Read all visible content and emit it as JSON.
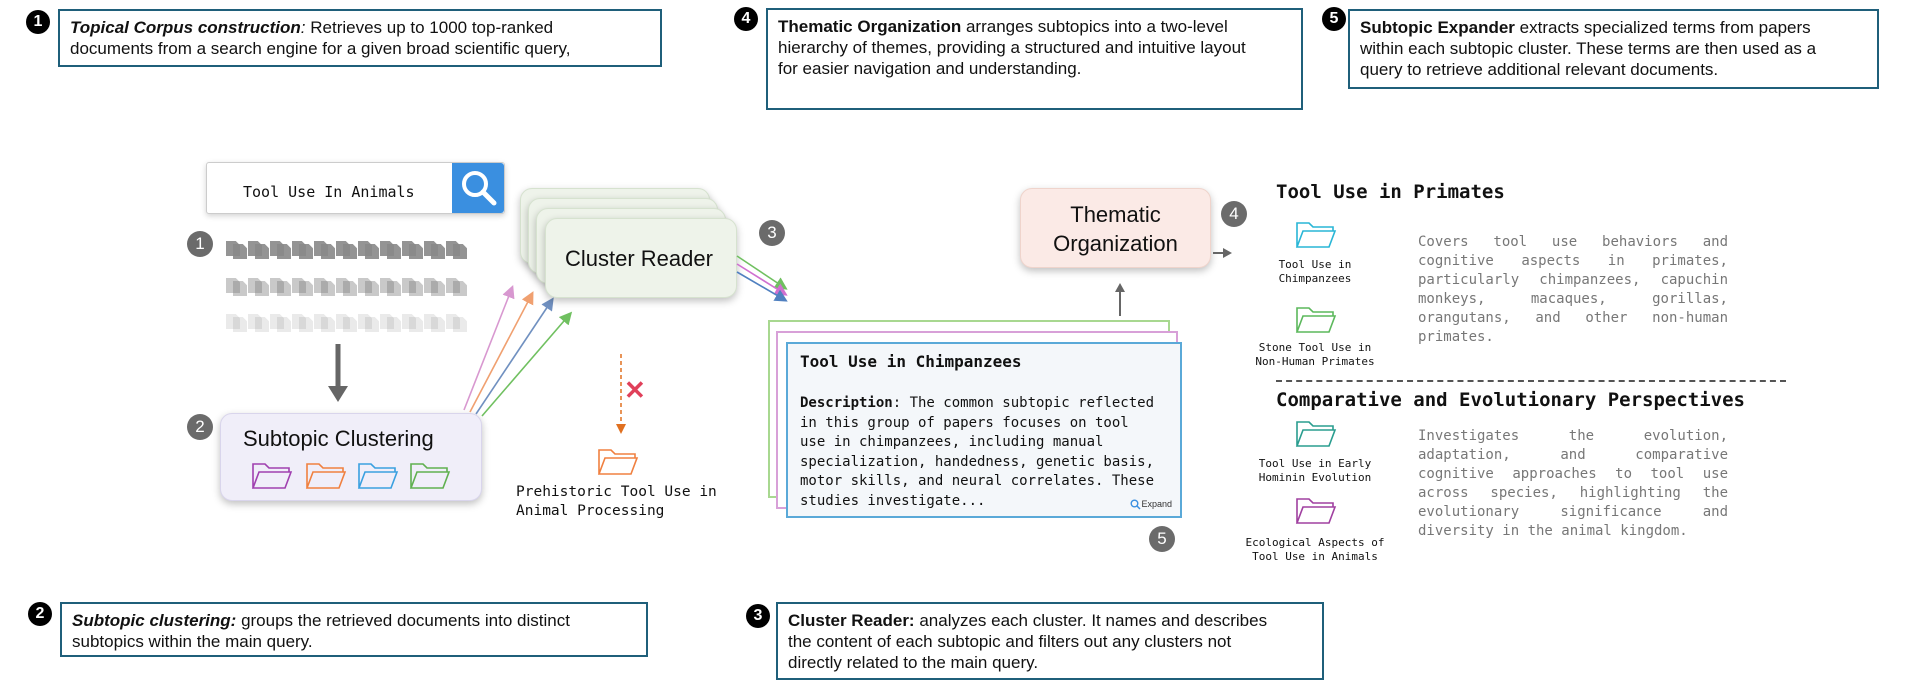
{
  "callouts": [
    {
      "num": "1",
      "bold": "Topical Corpus construction",
      "bold_suffix": ":",
      "text": " Retrieves up to 1000 top-ranked",
      "text2": "documents from a search engine for a given broad scientific query,"
    },
    {
      "num": "2",
      "bold": "Subtopic clustering:",
      "text": " groups the retrieved documents into distinct",
      "text2": "subtopics within the main query."
    },
    {
      "num": "3",
      "bold": "Cluster Reader:",
      "text": " analyzes each cluster. It names and describes",
      "text2": "the content of each subtopic and filters out any clusters not",
      "text3": "directly related to the main query."
    },
    {
      "num": "4",
      "bold": "Thematic Organization",
      "text": " arranges subtopics into a two-level",
      "text2": "hierarchy of themes, providing a structured and intuitive layout",
      "text3": "for easier navigation and understanding."
    },
    {
      "num": "5",
      "bold": "Subtopic Expander",
      "text": " extracts specialized terms from papers",
      "text2": "within each subtopic cluster. These terms are then used as a",
      "text3": "query to retrieve additional relevant documents."
    }
  ],
  "search": {
    "query": "Tool Use In Animals"
  },
  "steps": {
    "one": "1",
    "two": "2",
    "three": "3",
    "four": "4",
    "five": "5"
  },
  "subtopic_clustering": {
    "title": "Subtopic Clustering"
  },
  "cluster_reader": {
    "title": "Cluster Reader"
  },
  "filtered": {
    "label_line1": "Prehistoric Tool Use in",
    "label_line2": "Animal Processing",
    "x_mark": "✕"
  },
  "thematic": {
    "line1": "Thematic",
    "line2": "Organization"
  },
  "description_card": {
    "title": "Tool Use in Chimpanzees",
    "label": "Description",
    "line1": ": The common subtopic reflected",
    "line2": "in this group of papers focuses on tool",
    "line3": "use in chimpanzees, including manual",
    "line4": "specialization, handedness, genetic basis,",
    "line5": "motor skills, and neural correlates. These",
    "line6": "studies investigate...",
    "expand": "Expand"
  },
  "themes": [
    {
      "title": "Tool Use in Primates",
      "description": "Covers tool use behaviors and cognitive aspects in primates, particularly chimpanzees, capuchin monkeys, macaques, gorillas, orangutans, and other non-human primates.",
      "subtopics": [
        {
          "line1": "Tool Use in",
          "line2": "Chimpanzees",
          "color": "#29b6d6"
        },
        {
          "line1": "Stone Tool Use in",
          "line2": "Non-Human Primates",
          "color": "#5cb85c"
        }
      ]
    },
    {
      "title": "Comparative and Evolutionary Perspectives",
      "description": "Investigates the evolution, adaptation, and comparative cognitive approaches to tool use across species, highlighting the evolutionary significance and diversity in the animal kingdom.",
      "subtopics": [
        {
          "line1": "Tool Use in Early",
          "line2": "Hominin Evolution",
          "color": "#2a9d8f"
        },
        {
          "line1": "Ecological Aspects of",
          "line2": "Tool Use in Animals",
          "color": "#a040a0"
        }
      ]
    }
  ],
  "colors": {
    "callout_border": "#1f5f7a",
    "search_button": "#3a8fe0",
    "desc_border": "#5aa9d8",
    "filter_arrow": "#e07020",
    "x_mark": "#e0405a"
  }
}
